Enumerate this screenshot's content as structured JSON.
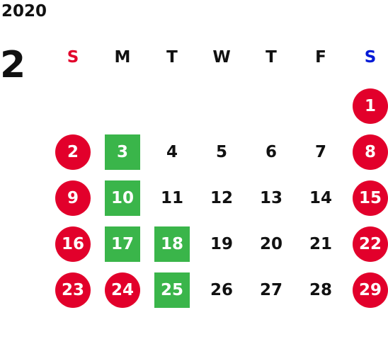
{
  "calendar": {
    "year": "2020",
    "month": "2",
    "weekdays": [
      {
        "label": "S",
        "color": "#e2002b"
      },
      {
        "label": "M",
        "color": "#111111"
      },
      {
        "label": "T",
        "color": "#111111"
      },
      {
        "label": "W",
        "color": "#111111"
      },
      {
        "label": "T",
        "color": "#111111"
      },
      {
        "label": "F",
        "color": "#111111"
      },
      {
        "label": "S",
        "color": "#0019d6"
      }
    ],
    "weeks": [
      [
        null,
        null,
        null,
        null,
        null,
        null,
        {
          "day": "1",
          "style": "holiday"
        }
      ],
      [
        {
          "day": "2",
          "style": "holiday"
        },
        {
          "day": "3",
          "style": "marked"
        },
        {
          "day": "4",
          "style": "normal"
        },
        {
          "day": "5",
          "style": "normal"
        },
        {
          "day": "6",
          "style": "normal"
        },
        {
          "day": "7",
          "style": "normal"
        },
        {
          "day": "8",
          "style": "holiday"
        }
      ],
      [
        {
          "day": "9",
          "style": "holiday"
        },
        {
          "day": "10",
          "style": "marked"
        },
        {
          "day": "11",
          "style": "normal"
        },
        {
          "day": "12",
          "style": "normal"
        },
        {
          "day": "13",
          "style": "normal"
        },
        {
          "day": "14",
          "style": "normal"
        },
        {
          "day": "15",
          "style": "holiday"
        }
      ],
      [
        {
          "day": "16",
          "style": "holiday"
        },
        {
          "day": "17",
          "style": "marked"
        },
        {
          "day": "18",
          "style": "marked"
        },
        {
          "day": "19",
          "style": "normal"
        },
        {
          "day": "20",
          "style": "normal"
        },
        {
          "day": "21",
          "style": "normal"
        },
        {
          "day": "22",
          "style": "holiday"
        }
      ],
      [
        {
          "day": "23",
          "style": "holiday"
        },
        {
          "day": "24",
          "style": "holiday"
        },
        {
          "day": "25",
          "style": "marked"
        },
        {
          "day": "26",
          "style": "normal"
        },
        {
          "day": "27",
          "style": "normal"
        },
        {
          "day": "28",
          "style": "normal"
        },
        {
          "day": "29",
          "style": "holiday"
        }
      ]
    ],
    "colors": {
      "holiday": "#e2002b",
      "marked": "#3ab54a",
      "text": "#111111"
    }
  }
}
